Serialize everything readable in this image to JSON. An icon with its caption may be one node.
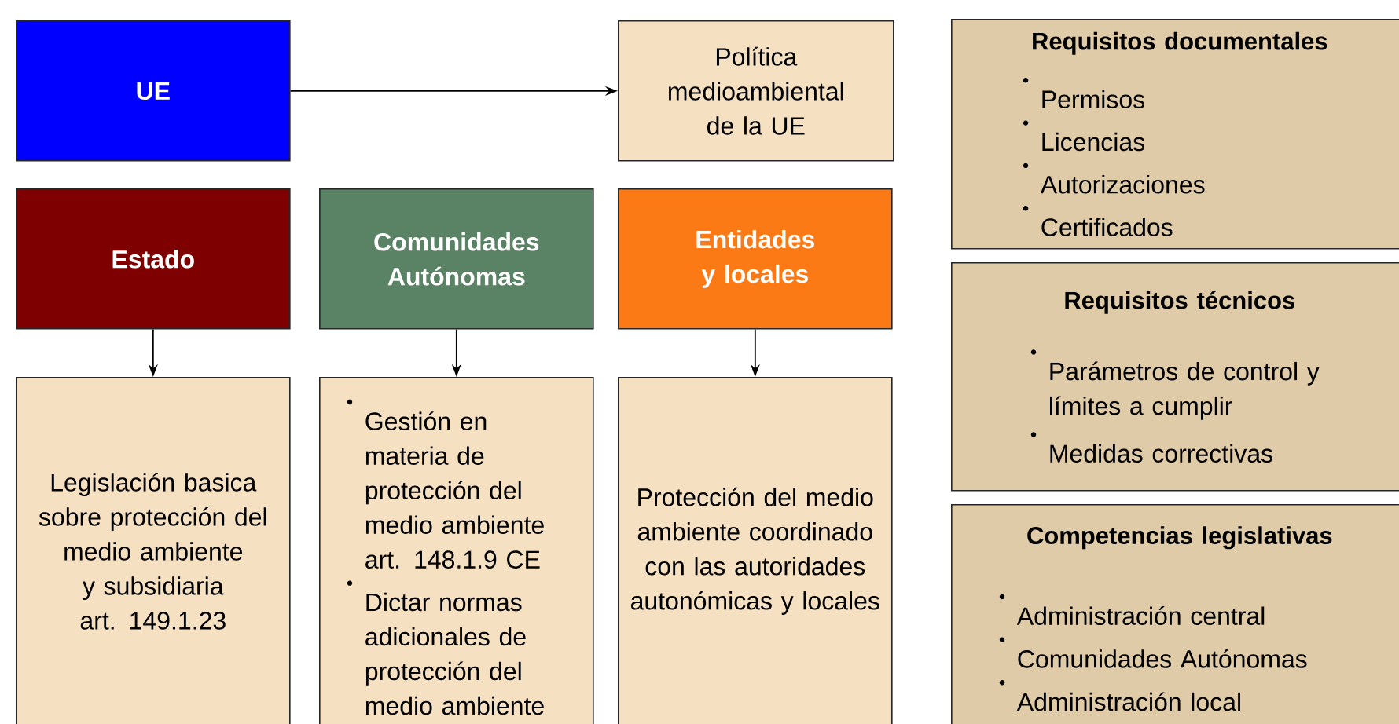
{
  "diagram": {
    "nodes": [
      {
        "text": [
          "UE"
        ]
      },
      {
        "text": [
          "Política medioambiental de la UE"
        ]
      },
      {
        "text": [
          "Estado"
        ]
      },
      {
        "text": [
          "Comunidades Autónomas"
        ]
      },
      {
        "text": [
          "Entidades y locales"
        ]
      },
      {
        "text": [
          "Legislación basica sobre protección del medio ambiente y subsidiaria art. 149.1.23"
        ]
      },
      {
        "text": [
          "Gestión en materia de protección del medio ambiente art. 148.1.9 CE",
          "Dictar normas adicionales de protección del medio ambiente"
        ]
      },
      {
        "text": [
          "Protección del medio ambiente coordinado con las autoridades autonómicas y locales"
        ]
      },
      {
        "text": [
          "Requisitos documentales",
          "Permisos",
          "Licencias",
          "Autorizaciones",
          "Certificados"
        ]
      },
      {
        "text": [
          "Requisitos técnicos",
          "Parámetros de control y límites a cumplir",
          "Medidas correctivas"
        ]
      },
      {
        "text": [
          "Competencias legislativas",
          "Administración central",
          "Comunidades Autónomas",
          "Administración local"
        ]
      }
    ],
    "edges": [
      {
        "from": 0,
        "to": 1,
        "arrow": "to"
      },
      {
        "from": 2,
        "to": 5,
        "arrow": "to"
      },
      {
        "from": 3,
        "to": 6,
        "arrow": "to"
      },
      {
        "from": 4,
        "to": 7,
        "arrow": "to"
      }
    ]
  }
}
